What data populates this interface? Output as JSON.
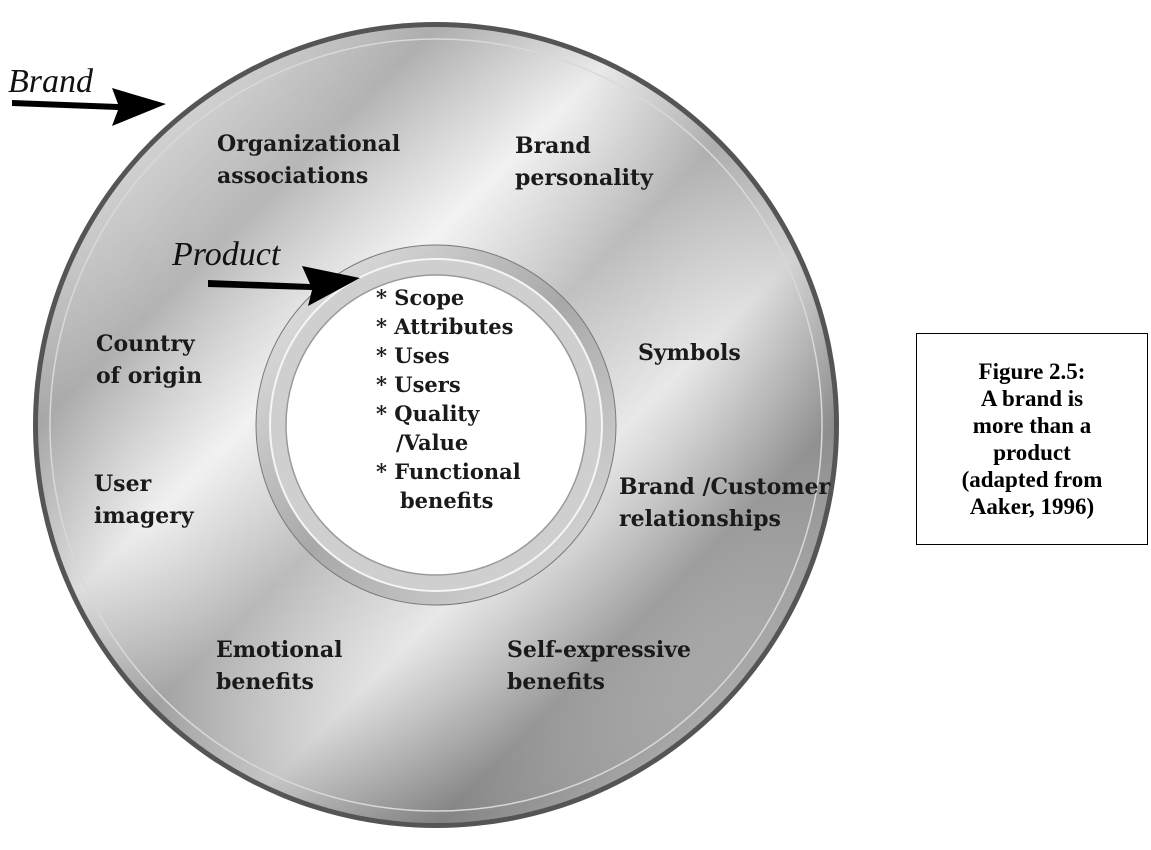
{
  "pointers": {
    "brand": "Brand",
    "product": "Product"
  },
  "outer_ring_labels": {
    "organizational_associations": [
      "Organizational",
      "associations"
    ],
    "brand_personality": [
      "Brand",
      "personality"
    ],
    "country_of_origin": [
      "Country",
      "of origin"
    ],
    "symbols": [
      "Symbols"
    ],
    "user_imagery": [
      "User",
      "imagery"
    ],
    "brand_customer_relationships": [
      "Brand /Customer",
      "relationships"
    ],
    "emotional_benefits": [
      "Emotional",
      "benefits"
    ],
    "self_expressive_benefits": [
      "Self-expressive",
      "benefits"
    ]
  },
  "product_core_items": [
    "* Scope",
    "* Attributes",
    "* Uses",
    "* Users",
    "* Quality",
    "/Value",
    "* Functional",
    "benefits"
  ],
  "caption": [
    "Figure 2.5:",
    "A brand is",
    "more than a",
    "product",
    "(adapted from",
    "Aaker, 1996)"
  ],
  "colors": {
    "disc_light": "#f2f2f2",
    "disc_mid": "#bdbdbd",
    "disc_dark": "#8c8c8c",
    "disc_edge": "#4a4a4a",
    "text": "#1a1a1a",
    "arrow": "#000000"
  }
}
